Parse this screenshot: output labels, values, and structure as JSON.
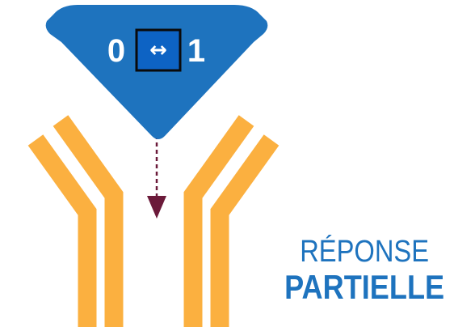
{
  "colors": {
    "ligand_fill": "#1e73be",
    "switch_box": "#0d63c4",
    "switch_border": "#0a0a0a",
    "receptor": "#fbb040",
    "arrow": "#6b1a3a",
    "label": "#1e73be"
  },
  "ligand": {
    "left_value": "0",
    "right_value": "1",
    "switch_icon": "left-right-arrow-icon",
    "switch_glyph": "↔"
  },
  "label": {
    "line1": "RÉPONSE",
    "line2": "PARTIELLE"
  }
}
